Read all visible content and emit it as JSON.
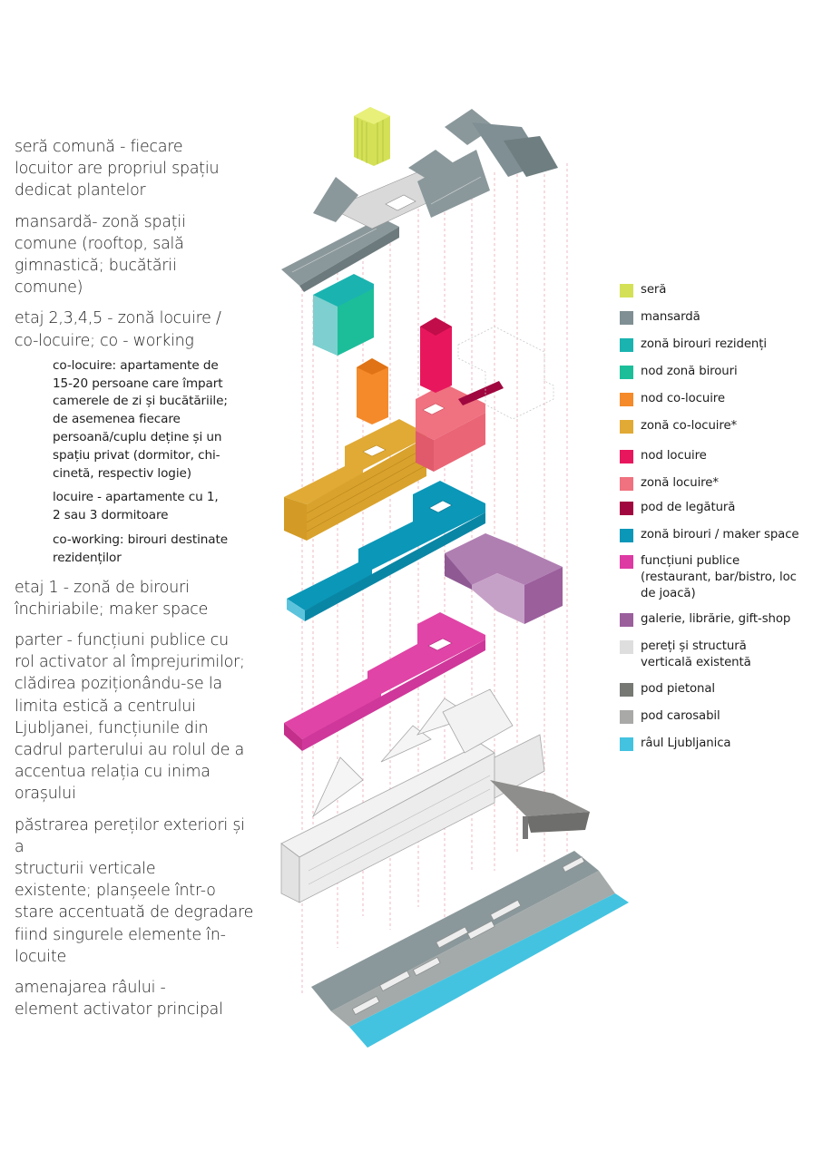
{
  "description_blocks": [
    {
      "text": "seră comună - fiecare\nlocuitor are propriul spațiu\ndedicat plantelor",
      "subs": []
    },
    {
      "text": "mansardă- zonă spații\ncomune (rooftop, sală\ngimnastică; bucătării\ncomune)",
      "subs": []
    },
    {
      "text": "etaj 2,3,4,5 - zonă locuire /\nco-locuire; co - working",
      "subs": [
        "co-locuire: apartamente de\n15-20 persoane care împart\ncamerele de zi și bucătăriile;\nde asemenea fiecare\npersoană/cuplu deține și un\nspațiu privat (dormitor, chi-\ncinetă, respectiv logie)",
        "locuire - apartamente cu 1,\n2 sau 3 dormitoare",
        "co-working: birouri destinate\nrezidenților"
      ]
    },
    {
      "text": "etaj 1 - zonă de birouri\nînchiriabile; maker space",
      "subs": []
    },
    {
      "text": "parter - funcțiuni publice cu\nrol activator al împrejurimilor;\nclădirea poziționându-se la\nlimita estică a centrului\nLjubljanei, funcțiunile din\ncadrul parterului au rolul de a\naccentua relația cu inima\norașului",
      "subs": []
    },
    {
      "text": "păstrarea pereților exteriori și a\nstructurii verticale\nexistente; planșeele într-o\nstare accentuată de degradare\nfiind singurele elemente în-\nlocuite",
      "subs": []
    },
    {
      "text": "amenajarea râului -\nelement activator principal",
      "subs": []
    }
  ],
  "legend": [
    {
      "label": "seră",
      "color": "#d4e157"
    },
    {
      "label": "mansardă",
      "color": "#7f8f93"
    },
    {
      "label": "zonă birouri rezidenți",
      "color": "#1ab3b0"
    },
    {
      "label": "nod zonă birouri",
      "color": "#1cbe9a"
    },
    {
      "label": "nod co-locuire",
      "color": "#f58a2a"
    },
    {
      "label": "zonă co-locuire*",
      "color": "#e0aa35"
    },
    {
      "label": "nod locuire",
      "color": "#e8175d"
    },
    {
      "label": "zonă locuire*",
      "color": "#f0717f"
    },
    {
      "label": "pod de legătură",
      "color": "#a0073f"
    },
    {
      "label": "zonă birouri / maker space",
      "color": "#0b97b8"
    },
    {
      "label": "funcțiuni publice\n(restaurant, bar/bistro, loc\nde joacă)",
      "color": "#de3aa3"
    },
    {
      "label": "galerie, librărie, gift-shop",
      "color": "#9b5f9c"
    },
    {
      "label": "pereți și structură\nverticală existentă",
      "color": "#dedede"
    },
    {
      "label": "pod pietonal",
      "color": "#767874"
    },
    {
      "label": "pod carosabil",
      "color": "#a9aaa8"
    },
    {
      "label": "râul Ljubljanica",
      "color": "#43c3e0"
    }
  ]
}
